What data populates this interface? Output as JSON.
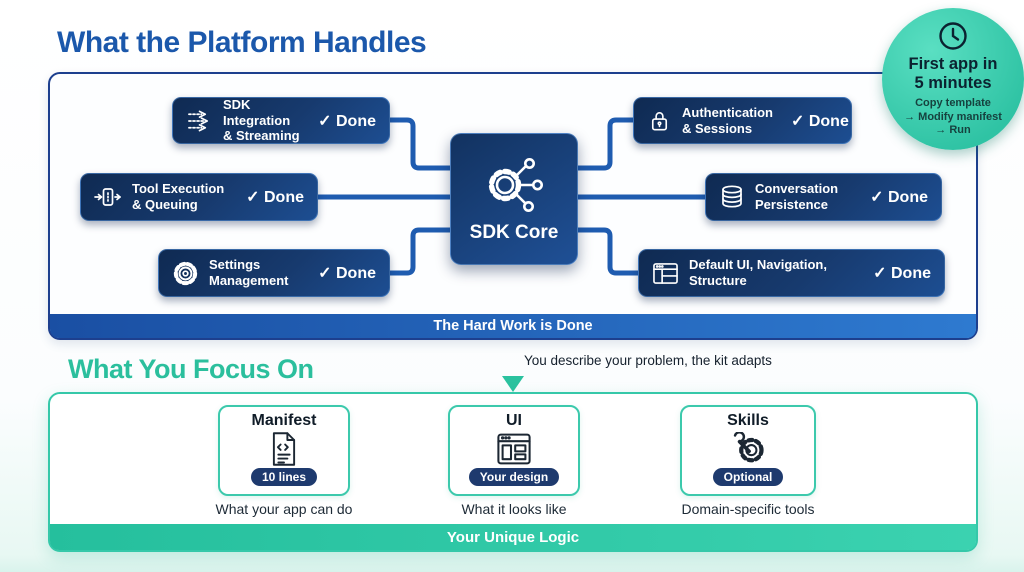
{
  "headings": {
    "title": "What the Platform Handles",
    "focus_title": "What You Focus On"
  },
  "badge": {
    "icon": "clock-icon",
    "line1": "First app in",
    "line2": "5 minutes",
    "steps": "Copy template\n→ Modify manifest\n→ Run"
  },
  "platform": {
    "core_label": "SDK Core",
    "core_icon": "gear-circuit-icon",
    "footer": "The Hard Work is Done",
    "boxes": [
      {
        "icon": "streaming-arrows-icon",
        "line1": "SDK Integration",
        "line2": "& Streaming",
        "status": "✓ Done"
      },
      {
        "icon": "device-io-icon",
        "line1": "Tool Execution",
        "line2": "& Queuing",
        "status": "✓ Done"
      },
      {
        "icon": "gear-icon",
        "line1": "Settings",
        "line2": "Management",
        "status": "✓ Done"
      },
      {
        "icon": "padlock-icon",
        "line1": "Authentication",
        "line2": "& Sessions",
        "status": "✓ Done"
      },
      {
        "icon": "database-icon",
        "line1": "Conversation",
        "line2": "Persistence",
        "status": "✓ Done"
      },
      {
        "icon": "browser-window-icon",
        "line1": "Default UI, Navigation,",
        "line2": "Structure",
        "status": "✓ Done"
      }
    ]
  },
  "transition": {
    "note": "You describe your problem, the kit adapts",
    "arrow_icon": "down-arrow-icon"
  },
  "focus": {
    "footer": "Your Unique Logic",
    "cards": [
      {
        "icon": "code-document-icon",
        "title": "Manifest",
        "badge": "10 lines",
        "caption": "What your app can do"
      },
      {
        "icon": "layout-window-icon",
        "title": "UI",
        "badge": "Your design",
        "caption": "What it looks like"
      },
      {
        "icon": "tools-gear-icon",
        "title": "Skills",
        "badge": "Optional",
        "caption": "Domain-specific tools"
      }
    ]
  },
  "colors": {
    "title_blue": "#1b58ab",
    "navy_box": "#14345f",
    "connector_blue": "#1f5cb0",
    "bar_blue_gradient": [
      "#1a4fa3",
      "#2e7ad0"
    ],
    "teal": "#2bbf9d",
    "teal_bar_gradient": [
      "#25bf9d",
      "#3bd2b0"
    ],
    "badge_teal": "#2fc3a4",
    "pill_navy": "#1e3a6e"
  }
}
